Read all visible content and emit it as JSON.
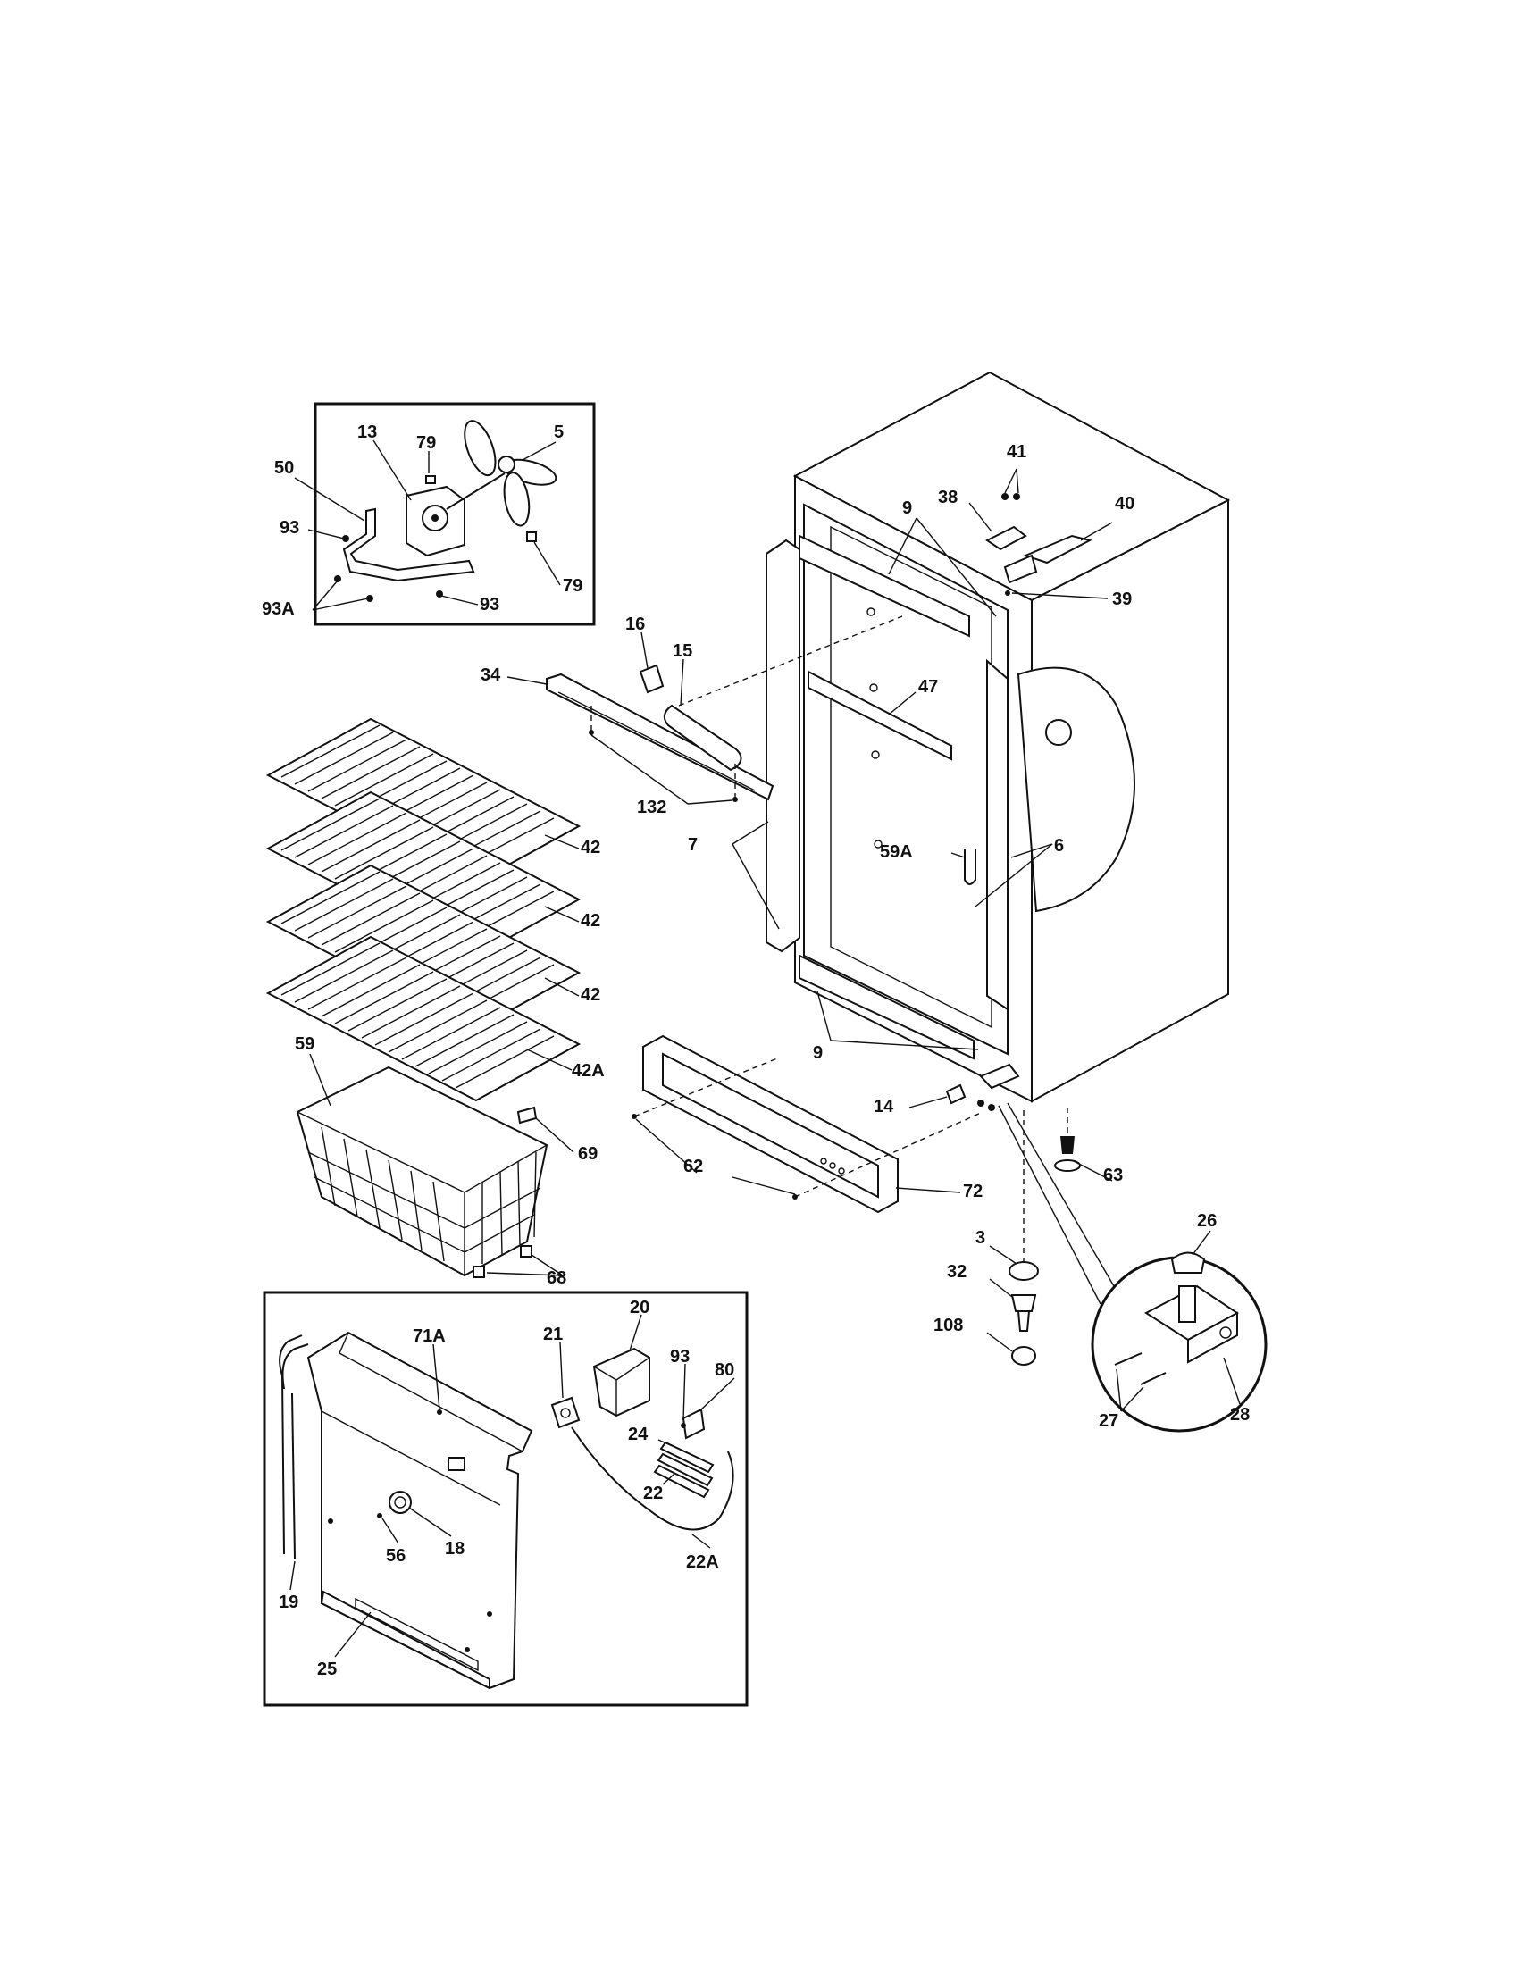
{
  "callouts": {
    "c79a": "79",
    "c13": "13",
    "c5": "5",
    "c50": "50",
    "c93a": "93",
    "c93A": "93A",
    "c93b": "93",
    "c79b": "79",
    "c41": "41",
    "c38": "38",
    "c40": "40",
    "c9a": "9",
    "c39": "39",
    "c16": "16",
    "c15": "15",
    "c34": "34",
    "c47": "47",
    "c132": "132",
    "c42a": "42",
    "c42b": "42",
    "c42c": "42",
    "c42A": "42A",
    "c7": "7",
    "c59A": "59A",
    "c6": "6",
    "c9b": "9",
    "c59": "59",
    "c69": "69",
    "c68": "68",
    "c14": "14",
    "c62": "62",
    "c72": "72",
    "c63": "63",
    "c3": "3",
    "c32": "32",
    "c108": "108",
    "c26": "26",
    "c27": "27",
    "c28": "28",
    "c71A": "71A",
    "c21": "21",
    "c20": "20",
    "c93c": "93",
    "c80": "80",
    "c24": "24",
    "c22": "22",
    "c22A": "22A",
    "c18": "18",
    "c56": "56",
    "c19": "19",
    "c25": "25"
  }
}
